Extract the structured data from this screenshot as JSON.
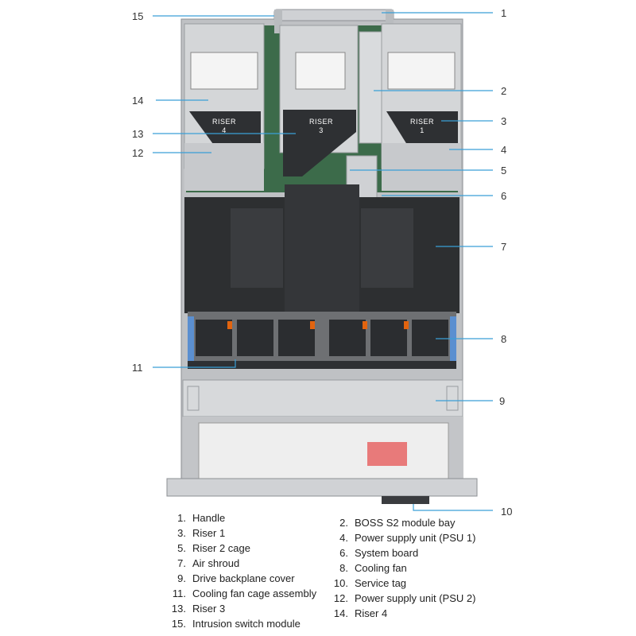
{
  "callouts": {
    "c1": "1",
    "c2": "2",
    "c3": "3",
    "c4": "4",
    "c5": "5",
    "c6": "6",
    "c7": "7",
    "c8": "8",
    "c9": "9",
    "c10": "10",
    "c11": "11",
    "c12": "12",
    "c13": "13",
    "c14": "14",
    "c15": "15"
  },
  "riser_labels": {
    "riser4_a": "RISER",
    "riser4_b": "4",
    "riser3_a": "RISER",
    "riser3_b": "3",
    "riser1_a": "RISER",
    "riser1_b": "1"
  },
  "legend": {
    "left": [
      {
        "num": "1.",
        "label": "Handle"
      },
      {
        "num": "3.",
        "label": "Riser 1"
      },
      {
        "num": "5.",
        "label": "Riser 2 cage"
      },
      {
        "num": "7.",
        "label": "Air shroud"
      },
      {
        "num": "9.",
        "label": "Drive backplane cover"
      },
      {
        "num": "11.",
        "label": "Cooling fan cage assembly"
      },
      {
        "num": "13.",
        "label": "Riser 3"
      },
      {
        "num": "15.",
        "label": "Intrusion switch module"
      }
    ],
    "right": [
      {
        "num": "2.",
        "label": "BOSS S2 module bay"
      },
      {
        "num": "4.",
        "label": "Power supply unit (PSU 1)"
      },
      {
        "num": "6.",
        "label": "System board"
      },
      {
        "num": "8.",
        "label": "Cooling fan"
      },
      {
        "num": "10.",
        "label": "Service tag"
      },
      {
        "num": "12.",
        "label": "Power supply unit (PSU 2)"
      },
      {
        "num": "14.",
        "label": "Riser 4"
      }
    ]
  },
  "colors": {
    "leader_line": "#3a9fd6",
    "chassis": "#c9cbce",
    "shroud": "#2d2f31",
    "board": "#3c6b4a",
    "fan_accent": "#e2640f",
    "handle_blue": "#5b8fd0"
  }
}
